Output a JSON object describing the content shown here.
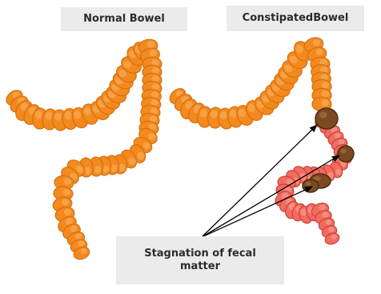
{
  "labels": {
    "normal": "Normal Bowel",
    "constipated": "ConstipatedBowel",
    "stagnation": "Stagnation of fecal matter"
  },
  "colors": {
    "bowel_fill": "#f28a1e",
    "bowel_highlight": "#fbb264",
    "bowel_edge": "#d76f10",
    "inflamed_fill": "#f26b5e",
    "inflamed_edge": "#c94338",
    "fecal_mass": "#7a4a22",
    "fecal_mass_edge": "#4d2c10",
    "label_bg": "#ebebeb",
    "arrow": "#000000"
  }
}
